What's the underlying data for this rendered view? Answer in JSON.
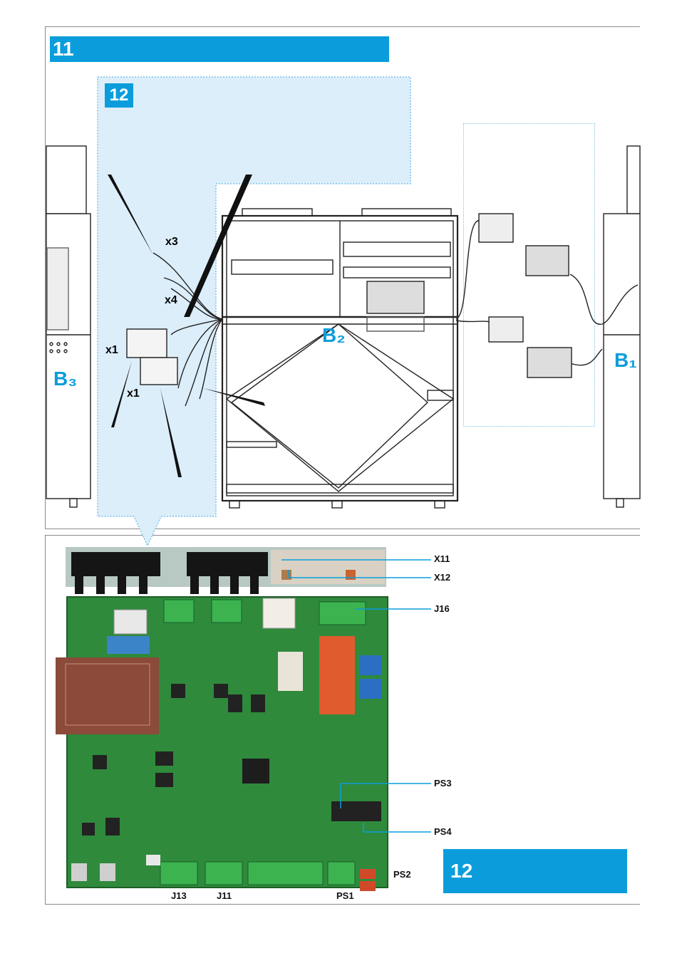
{
  "section_top": {
    "number": "11"
  },
  "detail": {
    "badge": "12"
  },
  "units": {
    "left": "B₃",
    "center": "B₂",
    "right": "B₁"
  },
  "qty_labels": {
    "x3": "x3",
    "x4": "x4",
    "x1_a": "x1",
    "x1_b": "x1"
  },
  "board_callouts": {
    "x11": "X11",
    "x12": "X12",
    "j16": "J16",
    "ps3": "PS3",
    "ps4": "PS4",
    "ps2": "PS2",
    "j13": "J13",
    "j11": "J11",
    "ps1": "PS1"
  },
  "section_bottom": {
    "number": "12"
  },
  "colors": {
    "accent": "#0b9ddb",
    "highlight": "#dceefa",
    "pcb": "#2f8a3c"
  }
}
